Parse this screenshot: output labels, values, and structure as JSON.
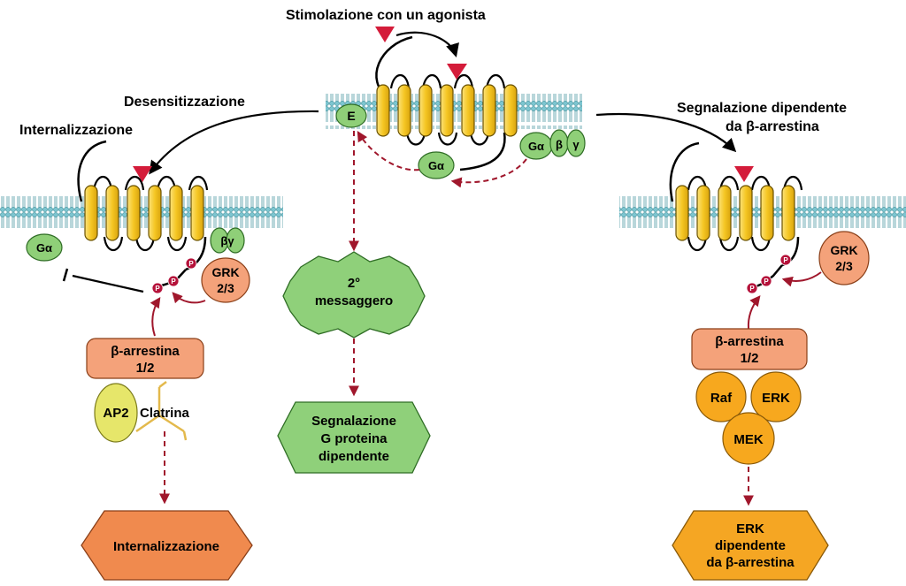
{
  "labels": {
    "stimulation": "Stimolazione con un agonista",
    "desensitization": "Desensitizzazione",
    "internalization_top": "Internalizzazione",
    "arrestin_signaling_line1": "Segnalazione dipendente",
    "arrestin_signaling_line2": "da β-arrestina"
  },
  "molecules": {
    "effector": "E",
    "g_alpha": "Gα",
    "g_beta": "β",
    "g_gamma": "γ",
    "beta_gamma": "βγ",
    "grk_line1": "GRK",
    "grk_line2": "2/3",
    "phospho": "P",
    "arrestin_line1": "β-arrestina",
    "arrestin_line2": "1/2",
    "ap2": "AP2",
    "clathrin": "Clatrina",
    "raf": "Raf",
    "erk": "ERK",
    "mek": "MEK"
  },
  "outcomes": {
    "second_messenger_line1": "2°",
    "second_messenger_line2": "messaggero",
    "g_protein_line1": "Segnalazione",
    "g_protein_line2": "G proteina",
    "g_protein_line3": "dipendente",
    "internalization": "Internalizzazione",
    "erk_line1": "ERK",
    "erk_line2": "dipendente",
    "erk_line3": "da β-arrestina"
  },
  "colors": {
    "helix_fill": "#f9d23b",
    "helix_stroke": "#6b5200",
    "membrane_head": "#7cc5d0",
    "membrane_head_stroke": "#3e8f9a",
    "g_protein": "#8fcf78",
    "grk": "#f4a27a",
    "arrestin": "#f4a27a",
    "ap2": "#e6e66a",
    "clathrin": "#e3b94c",
    "erk_module": "#f7a81e",
    "outcome_orange": "#f08a4e",
    "outcome_green": "#8fd07a",
    "outcome_gold": "#f5a623",
    "agonist": "#d41c3a",
    "dashed_arrow": "#a0172c",
    "phospho": "#b5123a"
  }
}
